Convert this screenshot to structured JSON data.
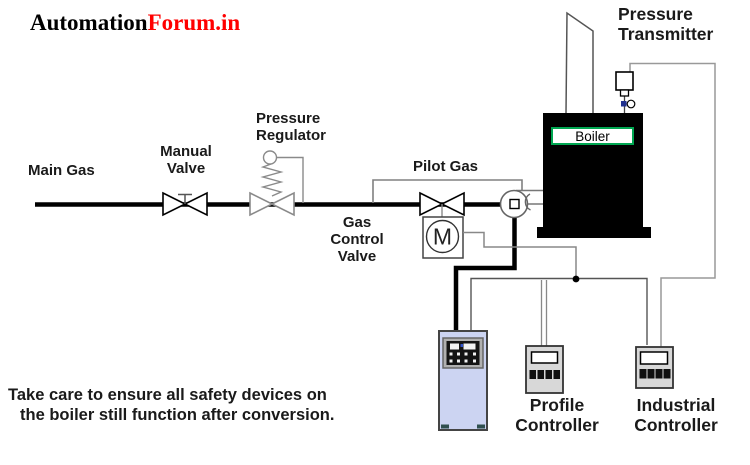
{
  "logo": {
    "black": "Automation",
    "red": "Forum.in"
  },
  "labels": {
    "main_gas": "Main Gas",
    "manual_valve": "Manual\nValve",
    "pressure_regulator": "Pressure\nRegulator",
    "pilot_gas": "Pilot Gas",
    "gas_control_valve": "Gas\nControl\nValve",
    "boiler": "Boiler",
    "pressure_transmitter": "Pressure\nTransmitter",
    "profile_controller": "Profile\nController",
    "industrial_controller": "Industrial\nController",
    "motor": "M"
  },
  "caution": {
    "line1": "Take care to ensure all safety devices on",
    "line2": "the boiler still function after conversion."
  },
  "colors": {
    "logo_red": "#ff0000",
    "pipe_black": "#000000",
    "boiler_fill": "#000000",
    "boiler_label_border": "#00a651",
    "signal_gray": "#808080",
    "panel_fill": "#ccd4f2",
    "controller_fill": "#d8d8d8",
    "transmitter_valve_blue": "#20318f"
  }
}
